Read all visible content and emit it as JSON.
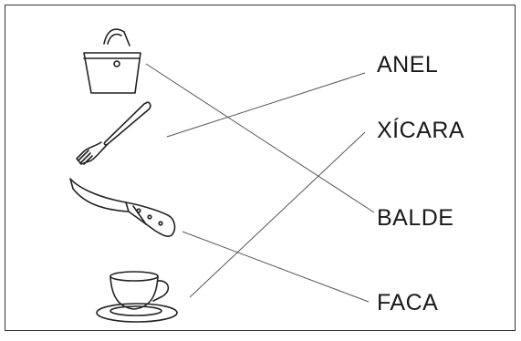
{
  "exercise": {
    "words": [
      "ANEL",
      "XÍCARA",
      "BALDE",
      "FACA"
    ],
    "pictures": [
      {
        "name": "bucket-icon",
        "object": "balde"
      },
      {
        "name": "fork-icon",
        "object": "garfo"
      },
      {
        "name": "knife-icon",
        "object": "faca"
      },
      {
        "name": "cup-icon",
        "object": "xícara"
      }
    ],
    "connections": [
      {
        "from": "bucket-icon",
        "to": "BALDE"
      },
      {
        "from": "fork-icon",
        "to": "ANEL"
      },
      {
        "from": "knife-icon",
        "to": "FACA"
      },
      {
        "from": "cup-icon",
        "to": "XÍCARA"
      }
    ]
  }
}
